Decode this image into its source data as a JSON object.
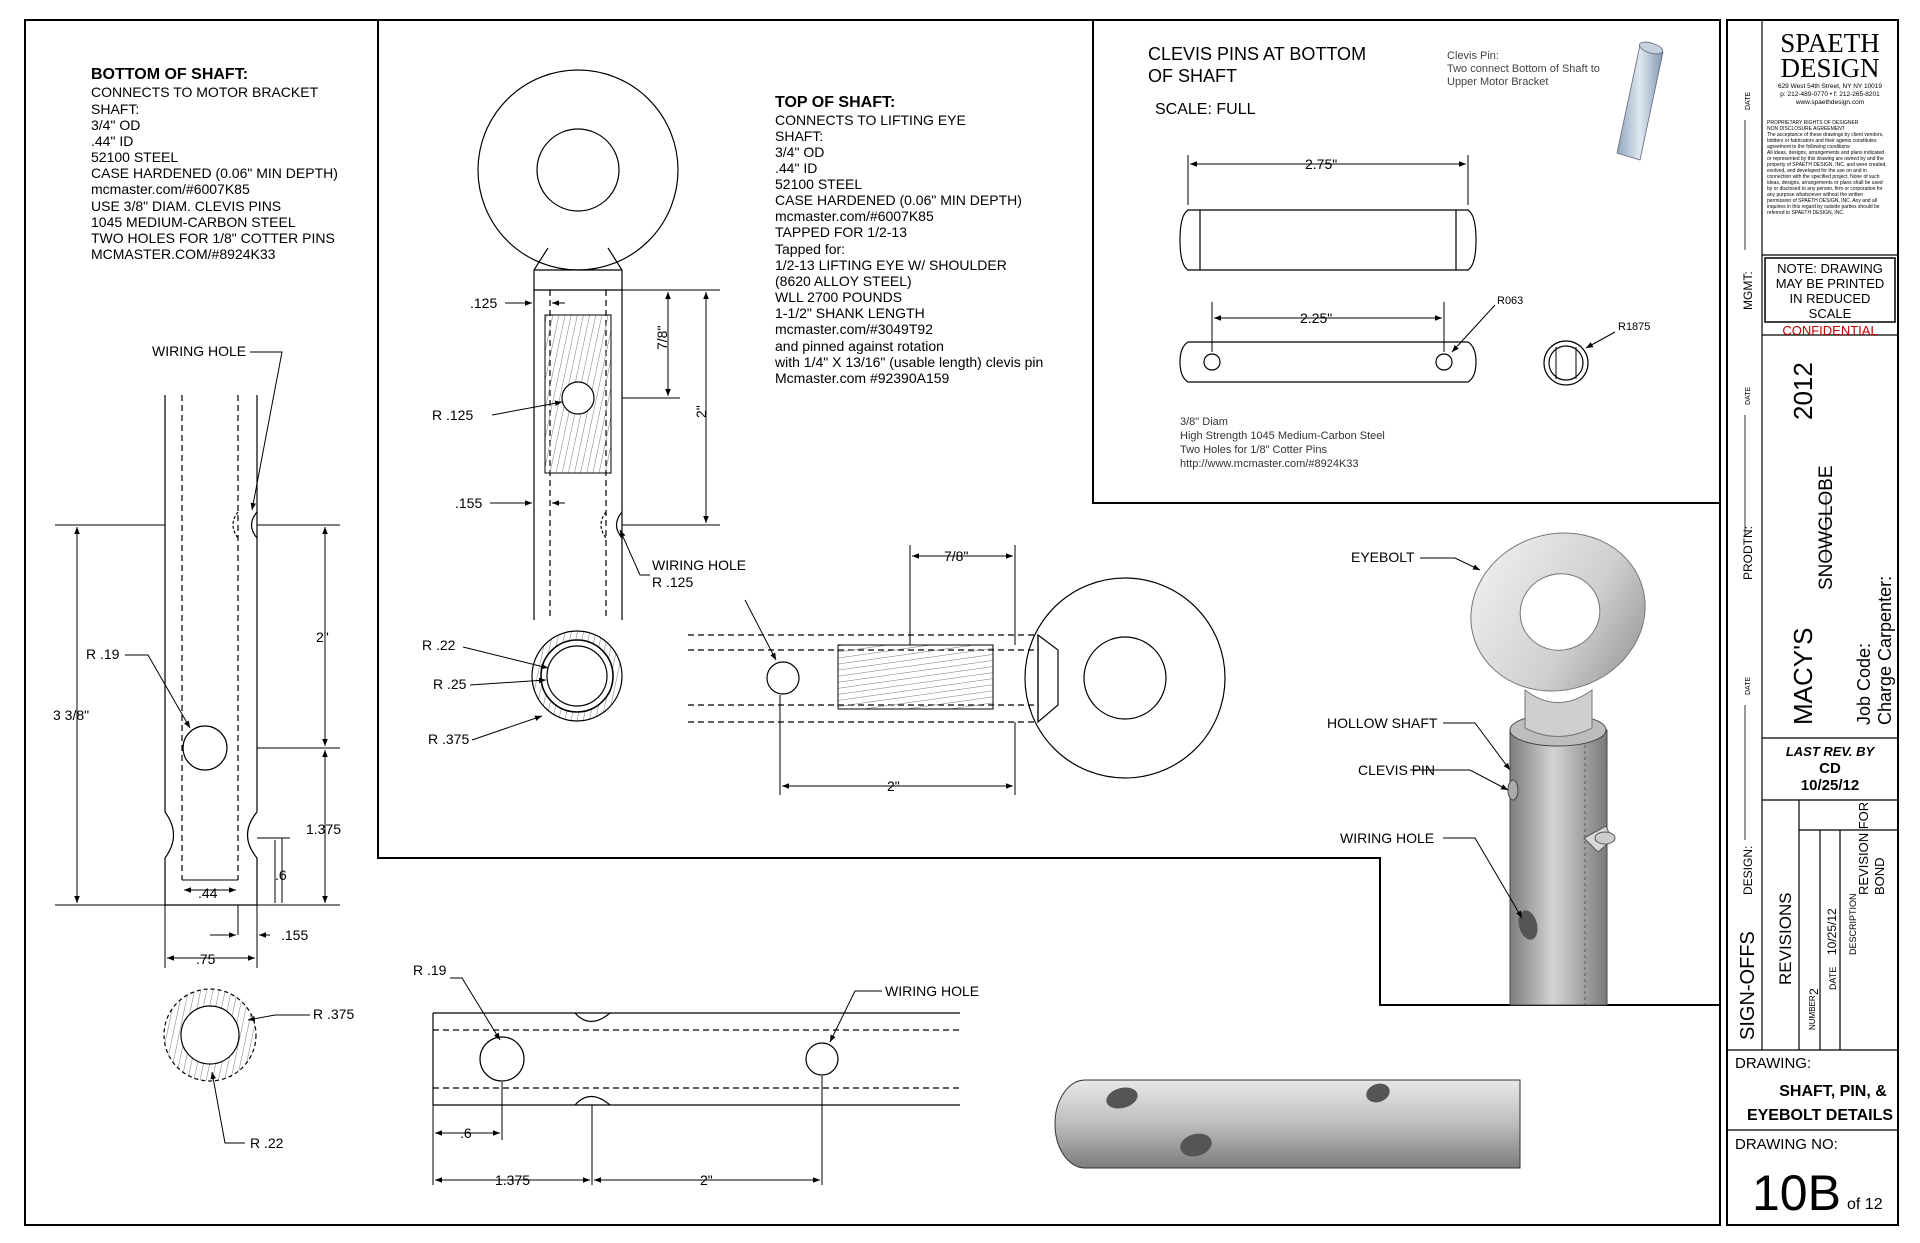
{
  "bottom_notes": {
    "title": "BOTTOM OF SHAFT:",
    "lines": [
      "CONNECTS TO MOTOR BRACKET",
      "",
      "SHAFT:",
      "3/4\" OD",
      ".44\" ID",
      "52100 STEEL",
      "CASE HARDENED (0.06\" MIN DEPTH)",
      "mcmaster.com/#6007K85",
      "",
      "USE 3/8\" DIAM. CLEVIS PINS",
      "1045 MEDIUM-CARBON STEEL",
      "TWO HOLES FOR 1/8\" COTTER PINS",
      "MCMASTER.COM/#8924K33"
    ]
  },
  "top_notes": {
    "title": "TOP OF SHAFT:",
    "lines": [
      "CONNECTS TO LIFTING EYE",
      "",
      "SHAFT:",
      "3/4\" OD",
      ".44\" ID",
      "52100 STEEL",
      "CASE HARDENED (0.06\" MIN DEPTH)",
      "mcmaster.com/#6007K85",
      "TAPPED FOR 1/2-13",
      "",
      "Tapped for:",
      "1/2-13 LIFTING EYE W/ SHOULDER",
      "(8620 ALLOY STEEL)",
      "WLL 2700 POUNDS",
      "1-1/2\" SHANK LENGTH",
      "mcmaster.com/#3049T92",
      "",
      "and pinned against rotation",
      "with 1/4\" X 13/16\" (usable length) clevis pin",
      "Mcmaster.com #92390A159"
    ]
  },
  "clevis": {
    "title_lines": [
      "CLEVIS PINS AT BOTTOM",
      "OF SHAFT"
    ],
    "scale": "SCALE: FULL",
    "caption_lines": [
      "Clevis Pin:",
      "Two connect Bottom of Shaft to",
      "Upper Motor Bracket"
    ],
    "dim_275": "2.75\"",
    "dim_225": "2.25\"",
    "r063": "R063",
    "r1875": "R1875",
    "spec_lines": [
      "3/8\" Diam",
      "High Strength 1045 Medium-Carbon Steel",
      "Two Holes for 1/8\" Cotter Pins",
      "http://www.mcmaster.com/#8924K33"
    ]
  },
  "dims": {
    "wiring_hole": "WIRING HOLE",
    "r19": "R .19",
    "d338": "3 3/8\"",
    "d2": "2\"",
    "d1375": "1.375",
    "d6": ".6",
    "d44": ".44",
    "d75": ".75",
    "d155": ".155",
    "r375": "R .375",
    "r22": "R .22",
    "d125": ".125",
    "r125": "R  .125",
    "d78": "7/8\"",
    "wh_r125": "R .125",
    "r25": "R .25",
    "r375b": "R .375",
    "r22b": "R .22",
    "r19b": "R .19",
    "d6b": ".6",
    "d1375b": "1.375",
    "d2b": "2\""
  },
  "callouts": {
    "eyebolt": "EYEBOLT",
    "hollow_shaft": "HOLLOW SHAFT",
    "clevis_pin": "CLEVIS PIN",
    "wiring_hole": "WIRING HOLE"
  },
  "title_block": {
    "logo_line1": "SPAETH",
    "logo_line2": "DESIGN",
    "address_lines": [
      "629 West 54th Street, NY NY 10019",
      "p: 212-489-0770 • f: 212-265-8201",
      "www.spaethdesign.com"
    ],
    "legal_lines": [
      "PROPRIETARY RIGHTS OF DESIGNER",
      "NON DISCLOSURE AGREEMENT",
      "The acceptance of these drawings by client vendors,",
      "bidders or fabricators and their agents constitutes",
      "agreement to the following conditions:",
      "",
      "All ideas, designs, arrangements and plans indicated",
      "or represented by this drawing are owned by and the",
      "property of SPAETH DESIGN, INC. and were created,",
      "evolved, and developed for the use on and in",
      "connection with the specified project. None of such",
      "ideas, designs, arrangements or plans shall be used",
      "by or disclosed to any person, firm or corporation for",
      "any purpose whatsoever without the written",
      "permission of SPAETH DESIGN, INC. Any and all",
      "inquiries in this regard by outside parties should be",
      "referred to SPAETH DESIGN, INC."
    ],
    "note_lines": [
      "NOTE: DRAWING",
      "MAY BE PRINTED",
      "IN REDUCED",
      "SCALE"
    ],
    "confidential": "CONFIDENTIAL",
    "date_label": "DATE",
    "mgmt_label": "MGMT:",
    "prodtn_label": "PRODTN:",
    "design_label": "DESIGN:",
    "signoffs": "SIGN-OFFS",
    "year": "2012",
    "client": "MACY'S",
    "project": "SNOWGLOBE",
    "job_code": "Job Code:",
    "charge": "Charge Carpenter:",
    "last_rev_by": "LAST REV. BY",
    "rev_initials": "CD",
    "rev_date": "10/25/12",
    "revisions": "REVISIONS",
    "rev_headers": [
      "NUMBER",
      "DATE",
      "DESCRIPTION"
    ],
    "rev_row": {
      "number": "2",
      "date": "10/25/12",
      "description_lines": [
        "REVISION FOR",
        "BOND"
      ]
    },
    "drawing_label": "DRAWING:",
    "drawing_title_lines": [
      "SHAFT, PIN, &",
      "EYEBOLT DETAILS"
    ],
    "drawing_no_label": "DRAWING NO:",
    "drawing_no": "10B",
    "of_total": "of 12"
  }
}
